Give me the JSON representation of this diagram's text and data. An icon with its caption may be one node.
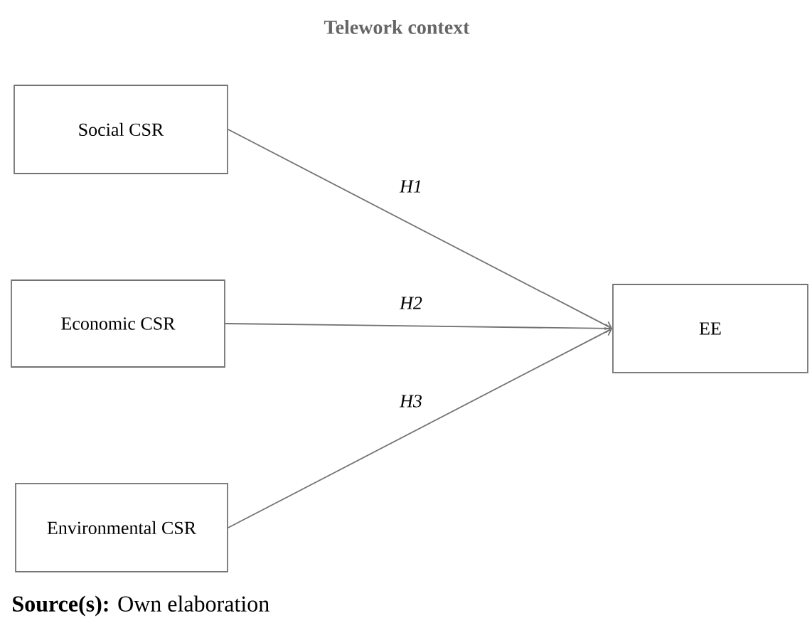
{
  "diagram": {
    "title": "Telework context",
    "caption": "**Source(s):** Own elaboration",
    "nodes": [
      {
        "text": [
          "Social CSR"
        ]
      },
      {
        "text": [
          "Economic CSR"
        ]
      },
      {
        "text": [
          "Environmental CSR"
        ]
      },
      {
        "text": [
          "EE"
        ]
      }
    ],
    "edges": [
      {
        "from": 0,
        "to": 3,
        "arrow": "to",
        "label": "H1"
      },
      {
        "from": 1,
        "to": 3,
        "arrow": "to",
        "label": "H2"
      },
      {
        "from": 2,
        "to": 3,
        "arrow": "to",
        "label": "H3"
      }
    ]
  }
}
